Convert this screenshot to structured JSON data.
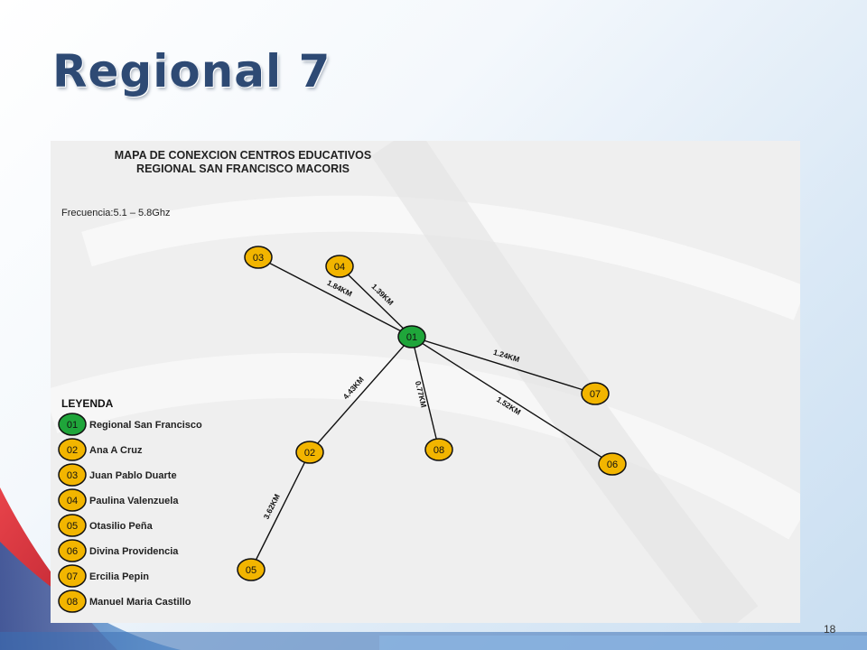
{
  "slide": {
    "title": "Regional 7",
    "page_number": "18"
  },
  "map": {
    "title_line1": "MAPA DE CONEXCION CENTROS EDUCATIVOS",
    "title_line2": "REGIONAL SAN FRANCISCO MACORIS",
    "frequency": "Frecuencia:5.1 – 5.8Ghz",
    "hub_color": "#1fa53a",
    "site_color": "#f2b500",
    "nodes": [
      {
        "id": "01",
        "hub": true
      },
      {
        "id": "02"
      },
      {
        "id": "03"
      },
      {
        "id": "04"
      },
      {
        "id": "05"
      },
      {
        "id": "06"
      },
      {
        "id": "07"
      },
      {
        "id": "08"
      }
    ],
    "links": [
      {
        "from": "01",
        "to": "03",
        "distance": "1.84KM"
      },
      {
        "from": "01",
        "to": "04",
        "distance": "1.39KM"
      },
      {
        "from": "01",
        "to": "07",
        "distance": "1.24KM"
      },
      {
        "from": "01",
        "to": "06",
        "distance": "1.52KM"
      },
      {
        "from": "01",
        "to": "08",
        "distance": "0.77KM"
      },
      {
        "from": "01",
        "to": "02",
        "distance": "4.43KM"
      },
      {
        "from": "02",
        "to": "05",
        "distance": "3.62KM"
      }
    ]
  },
  "legend": {
    "heading": "LEYENDA",
    "items": [
      {
        "code": "01",
        "name": "Regional San Francisco",
        "hub": true
      },
      {
        "code": "02",
        "name": "Ana A Cruz"
      },
      {
        "code": "03",
        "name": "Juan Pablo Duarte"
      },
      {
        "code": "04",
        "name": "Paulina Valenzuela"
      },
      {
        "code": "05",
        "name": "Otasilio Peña"
      },
      {
        "code": "06",
        "name": "Divina Providencia"
      },
      {
        "code": "07",
        "name": "Ercilia Pepin"
      },
      {
        "code": "08",
        "name": "Manuel Maria Castillo"
      }
    ]
  }
}
